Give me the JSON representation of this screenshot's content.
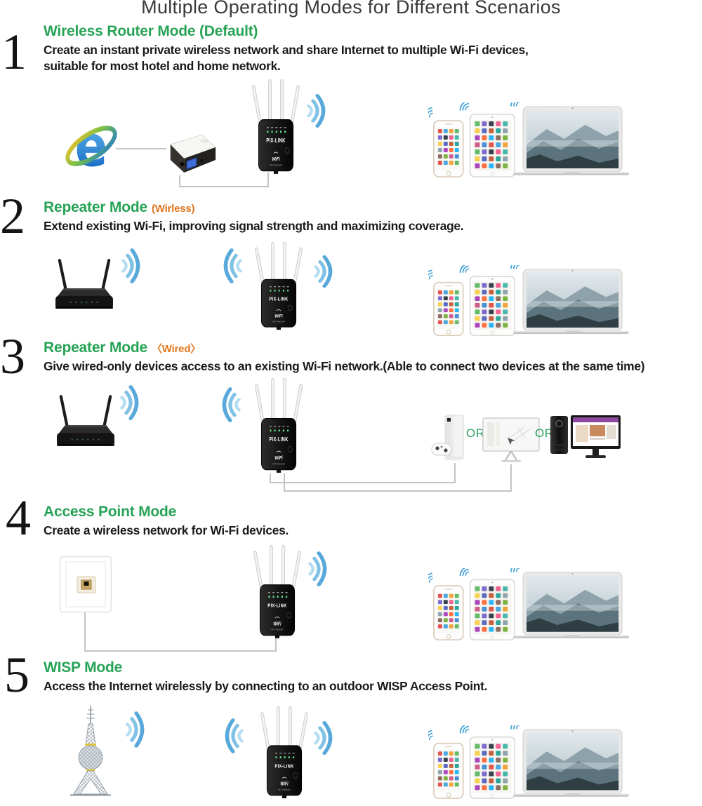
{
  "title": "Multiple Operating Modes for Different Scenarios",
  "colors": {
    "heading_green": "#27a356",
    "suffix_orange": "#e0761e",
    "body_text": "#1a1a1a",
    "wave_blue": "#58a9da",
    "or_green": "#2ba35f"
  },
  "repeater": {
    "brand": "PIX-LINK",
    "logo": "WiFi",
    "logo_sub": "Wi-Fi Repeater"
  },
  "sections": [
    {
      "num": "1",
      "heading": "Wireless Router Mode (Default)",
      "suffix": "",
      "body_lines": [
        "Create an instant private wireless network and share Internet to multiple Wi-Fi devices,",
        "suitable for most hotel and home network."
      ]
    },
    {
      "num": "2",
      "heading": "Repeater Mode",
      "suffix": "(Wirless)",
      "body_lines": [
        "Extend existing Wi-Fi, improving signal strength and maximizing coverage."
      ]
    },
    {
      "num": "3",
      "heading": "Repeater Mode",
      "suffix": "〈Wired〉",
      "body_lines": [
        "Give wired-only devices access to an existing Wi-Fi network.(Able to connect two devices at the same time)"
      ],
      "or_labels": [
        "OR",
        "OR"
      ]
    },
    {
      "num": "4",
      "heading": "Access Point Mode",
      "suffix": "",
      "body_lines": [
        "Create a wireless network for Wi-Fi devices."
      ]
    },
    {
      "num": "5",
      "heading": "WISP Mode",
      "suffix": "",
      "body_lines": [
        "Access the Internet wirelessly by connecting to an outdoor WISP Access Point."
      ]
    }
  ]
}
